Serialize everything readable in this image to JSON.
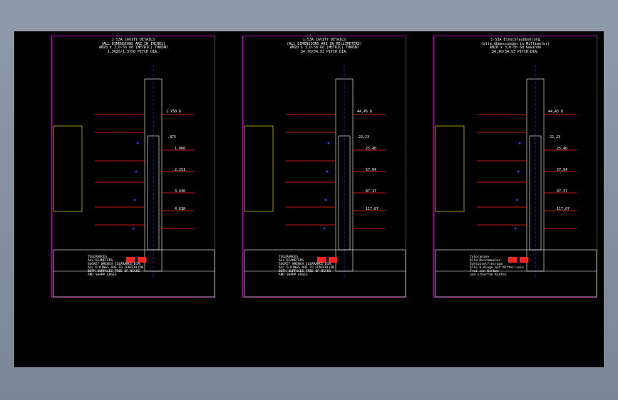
{
  "sheets": [
    {
      "title": "1-53A CAVITY DETAILS\n(ALL DIMENSIONS ARE IN INCHES)\nAM20 x 3,0-5h 6d (METRIC) THREAD\n1.5625/1.3750 PITCH DIA.",
      "callouts": [
        "1.750 D",
        "1.000",
        "2.251",
        "3.436",
        "4.638",
        ".875"
      ],
      "notes": "TOLERANCES\nALL DIAMETERS\nSOCKET WRENCH CLEARANCE DIA.\nALL O-RINGS ARE TO CENTERLINE\nBOTH SURFACES FREE OF NICKS\nAND SHARP EDGES"
    },
    {
      "title": "1-53A CAVITY DETAILS\n(ALL DIMENSIONS ARE IN MILLIMETERS)\nAM20 x 3,0-5h 6d (METRIC) THREAD\n34.70/34.93 PITCH DIA.",
      "callouts": [
        "44,45 D",
        "25,40",
        "57,94",
        "87,37",
        "117,07",
        "22,23"
      ],
      "notes": "TOLERANCES\nALL DIAMETERS\nSOCKET WRENCH CLEARANCE DIA.\nALL O-RINGS ARE TO CENTERLINE\nBOTH SURFACES FREE OF NICKS\nAND SHARP EDGES"
    },
    {
      "title": "1-53A Einschraubbohrung\n(alle Abmessungen in Millimeter)\nAM20 x 3,0-5h 6d Gewinde\n34,70/34,93 PITCH DIA.",
      "callouts": [
        "44,45 D",
        "25,40",
        "57,94",
        "87,37",
        "117,07",
        "22,23"
      ],
      "notes": "Toleranzen\nAlle Durchmesser\nSchlüsselfreiraum\nAlle O-Ringe auf Mittellinie\nFrei von Kerben\nund scharfen Kanten"
    }
  ],
  "colors": {
    "frame": "#c000c0",
    "drawing": "#ffffff",
    "dimension": "#ff2020",
    "center": "#2040ff",
    "highlight": "#ffff00"
  }
}
